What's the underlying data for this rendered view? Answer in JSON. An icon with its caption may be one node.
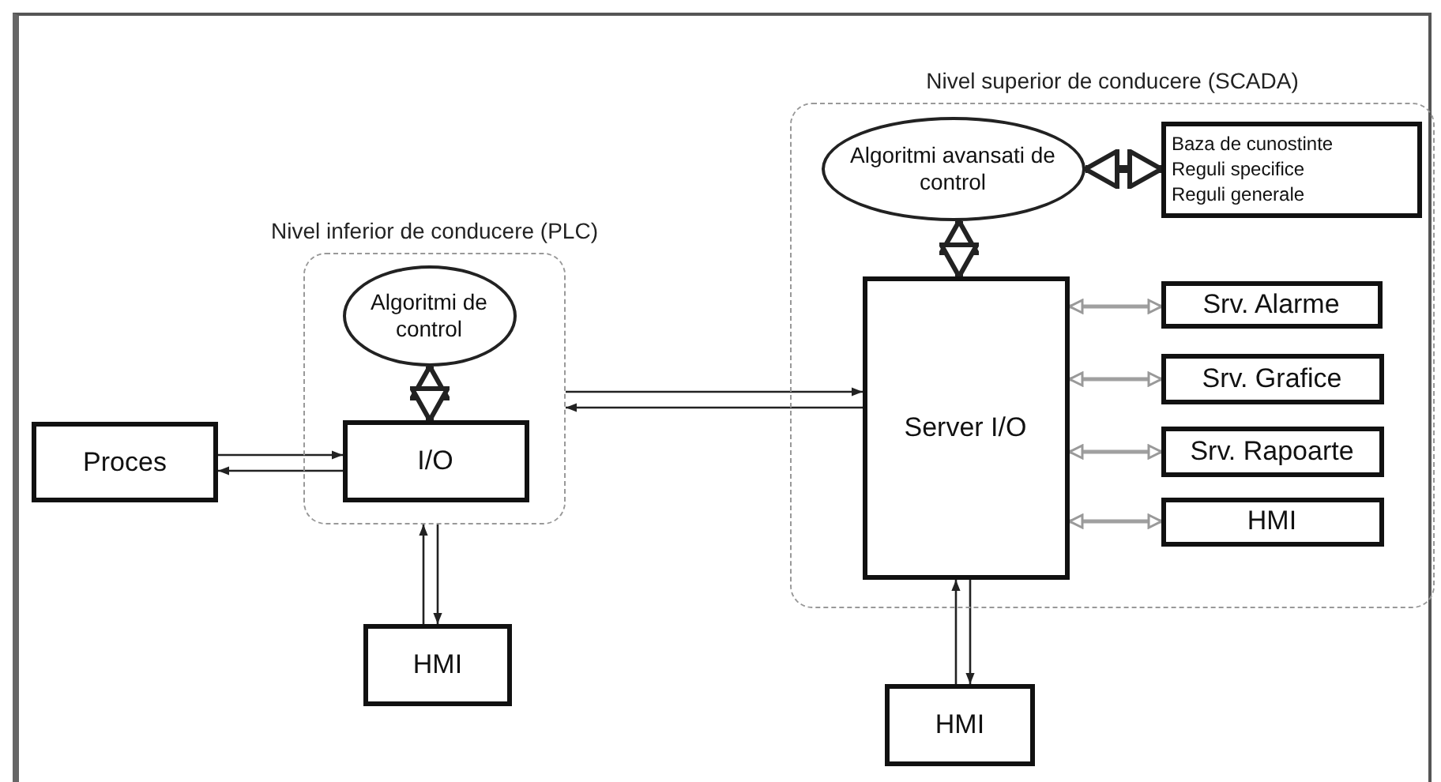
{
  "diagram": {
    "nodes": [
      {
        "text": [
          "Nivel inferior de conducere (PLC)"
        ]
      },
      {
        "text": [
          "Algoritmi de control"
        ],
        "in": 0
      },
      {
        "text": [
          "I/O"
        ],
        "in": 0
      },
      {
        "text": [
          "Proces"
        ]
      },
      {
        "text": [
          "HMI"
        ]
      },
      {
        "text": [
          "Nivel superior de conducere (SCADA)"
        ]
      },
      {
        "text": [
          "Algoritmi avansati de control"
        ],
        "in": 5
      },
      {
        "text": [
          "Baza de cunostinte",
          "Reguli specifice",
          "Reguli generale"
        ],
        "in": 5
      },
      {
        "text": [
          "Server I/O"
        ],
        "in": 5
      },
      {
        "text": [
          "Srv. Alarme"
        ],
        "in": 5
      },
      {
        "text": [
          "Srv. Grafice"
        ],
        "in": 5
      },
      {
        "text": [
          "Srv. Rapoarte"
        ],
        "in": 5
      },
      {
        "text": [
          "HMI"
        ],
        "in": 5
      },
      {
        "text": [
          "HMI"
        ]
      }
    ],
    "edges": [
      {
        "from": 1,
        "to": 2,
        "arrow": "both",
        "style": "thick"
      },
      {
        "from": 3,
        "to": 2,
        "arrow": "to"
      },
      {
        "from": 2,
        "to": 3,
        "arrow": "to"
      },
      {
        "from": 4,
        "to": 0,
        "arrow": "to"
      },
      {
        "from": 0,
        "to": 4,
        "arrow": "to"
      },
      {
        "from": 0,
        "to": 8,
        "arrow": "to"
      },
      {
        "from": 8,
        "to": 0,
        "arrow": "to"
      },
      {
        "from": 6,
        "to": 7,
        "arrow": "both",
        "style": "thick"
      },
      {
        "from": 6,
        "to": 8,
        "arrow": "both",
        "style": "thick"
      },
      {
        "from": 8,
        "to": 9,
        "arrow": "both",
        "color": "#a0a0a0"
      },
      {
        "from": 8,
        "to": 10,
        "arrow": "both",
        "color": "#a0a0a0"
      },
      {
        "from": 8,
        "to": 11,
        "arrow": "both",
        "color": "#a0a0a0"
      },
      {
        "from": 8,
        "to": 12,
        "arrow": "both",
        "color": "#a0a0a0"
      },
      {
        "from": 13,
        "to": 8,
        "arrow": "to"
      },
      {
        "from": 8,
        "to": 13,
        "arrow": "to"
      }
    ]
  }
}
